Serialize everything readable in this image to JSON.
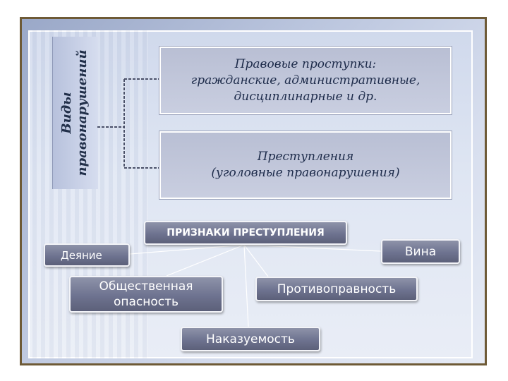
{
  "diagram": {
    "vertical_label": "Виды\nправонарушений",
    "box_offenses": "Правовые проступки:\nгражданские, административные,\nдисциплинарные и др.",
    "box_crimes": "Преступления\n(уголовные правонарушения)",
    "signs_title": "ПРИЗНАКИ ПРЕСТУПЛЕНИЯ",
    "sign_act": "Деяние",
    "sign_guilt": "Вина",
    "sign_danger": "Общественная\nопасность",
    "sign_unlawful": "Противоправность",
    "sign_punishable": "Наказуемость"
  },
  "colors": {
    "frame_border": "#6e5a36",
    "box_fill": "#c3c8db",
    "pill_fill": "#6e7390",
    "text_dark": "#1d2b4a"
  }
}
